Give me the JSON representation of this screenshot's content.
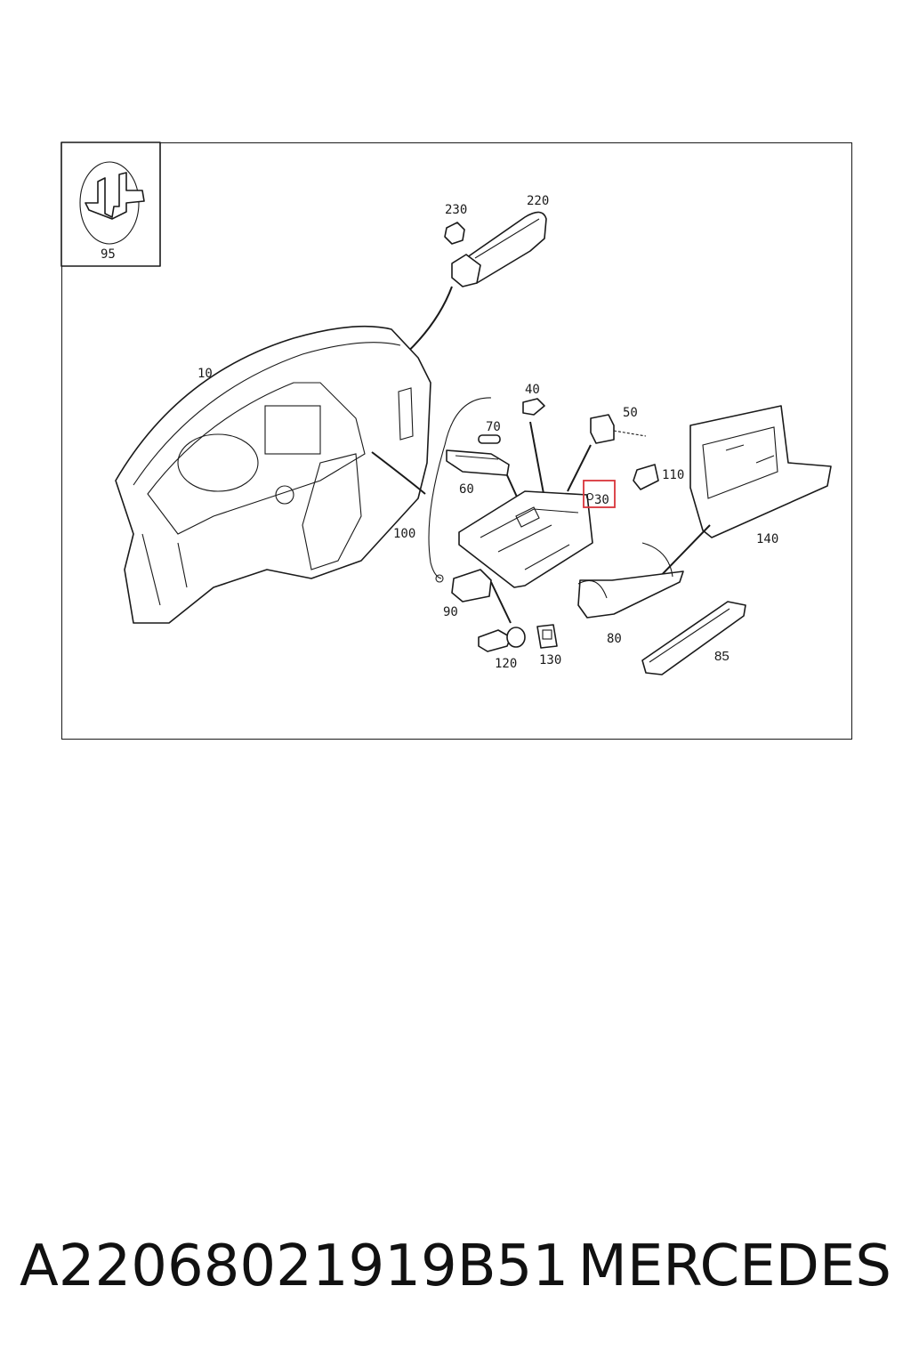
{
  "diagram": {
    "labels": {
      "p95": "95",
      "p230": "230",
      "p220": "220",
      "p10": "10",
      "p40": "40",
      "p50": "50",
      "p70": "70",
      "p60": "60",
      "p110": "110",
      "p30": "30",
      "p100": "100",
      "p140": "140",
      "p90": "90",
      "p80": "80",
      "p120": "120",
      "p130": "130",
      "p85": "85"
    },
    "highlight_label": "30",
    "highlight_color": "#d9343a"
  },
  "caption": {
    "part_number": "A22068021919B51",
    "brand": "MERCEDES"
  }
}
